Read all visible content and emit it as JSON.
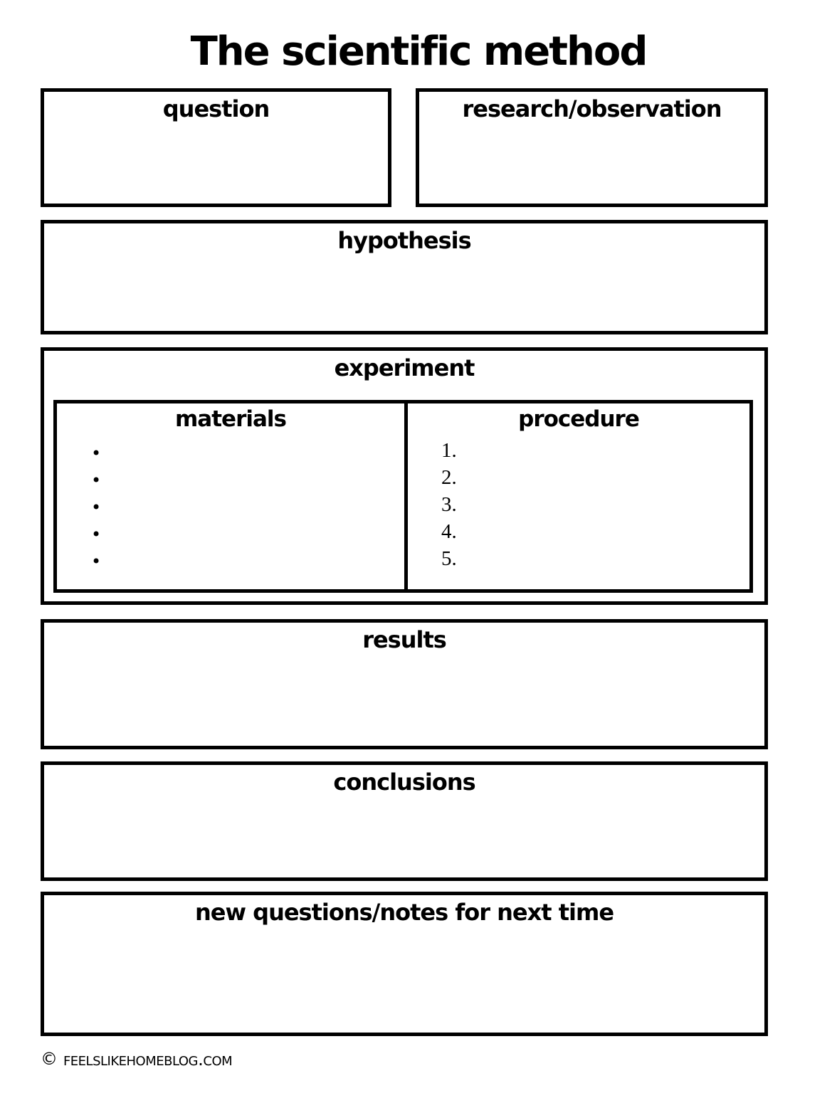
{
  "page": {
    "title": "The scientific method",
    "background_color": "#ffffff",
    "border_color": "#000000",
    "text_color": "#000000"
  },
  "sections": {
    "question": {
      "label": "question"
    },
    "research": {
      "label": "research/observation"
    },
    "hypothesis": {
      "label": "hypothesis"
    },
    "experiment": {
      "label": "experiment",
      "materials": {
        "label": "materials",
        "bullets": [
          "•",
          "•",
          "•",
          "•",
          "•"
        ]
      },
      "procedure": {
        "label": "procedure",
        "steps": [
          "1.",
          "2.",
          "3.",
          "4.",
          "5."
        ]
      }
    },
    "results": {
      "label": "results"
    },
    "conclusions": {
      "label": "conclusions"
    },
    "new_questions": {
      "label": "new questions/notes for next time"
    }
  },
  "footer": {
    "symbol": "©",
    "text": "feelslikehomeblog.com"
  }
}
